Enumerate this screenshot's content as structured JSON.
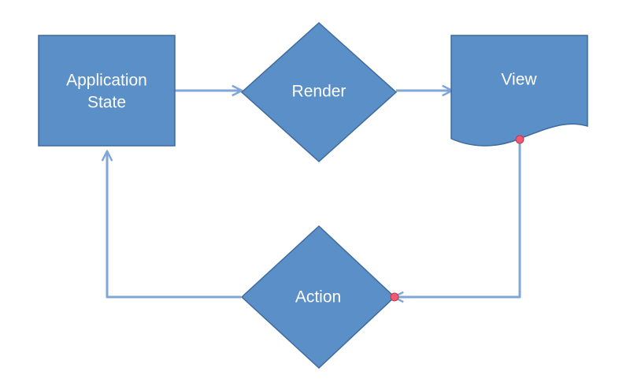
{
  "diagram": {
    "colors": {
      "shape_fill": "#5B8FC7",
      "shape_stroke": "#3E6A9E",
      "connector": "#7EA6D7",
      "endpoint_fill": "#F05A73",
      "endpoint_stroke": "#C2364C"
    },
    "nodes": {
      "application_state": {
        "shape": "rectangle",
        "line1": "Application",
        "line2": "State"
      },
      "render": {
        "shape": "diamond",
        "label": "Render"
      },
      "view": {
        "shape": "document",
        "label": "View"
      },
      "action": {
        "shape": "diamond",
        "label": "Action"
      }
    },
    "edges": [
      {
        "from": "Application State",
        "to": "Render"
      },
      {
        "from": "Render",
        "to": "View"
      },
      {
        "from": "View",
        "to": "Action"
      },
      {
        "from": "Action",
        "to": "Application State"
      }
    ]
  }
}
